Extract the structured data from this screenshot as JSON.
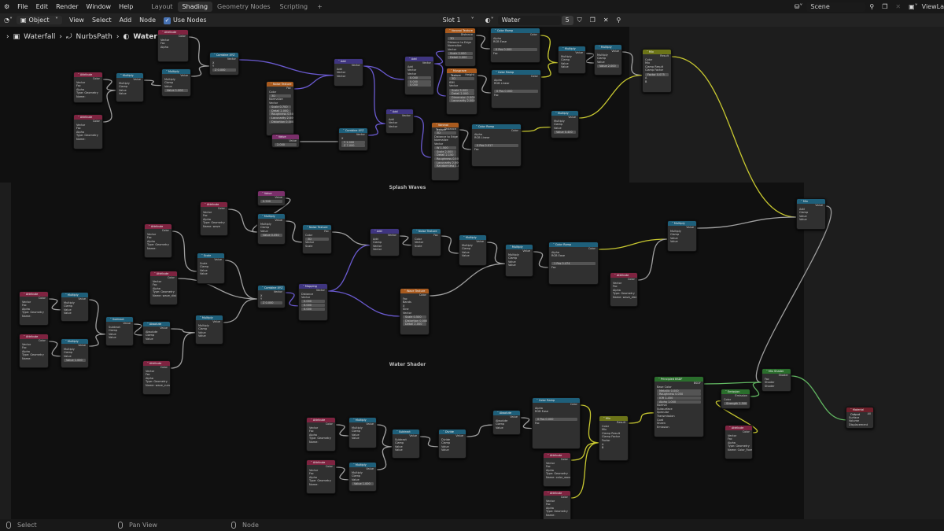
{
  "topbar": {
    "menus": [
      "File",
      "Edit",
      "Render",
      "Window",
      "Help"
    ],
    "tabs": [
      "Layout",
      "Shading",
      "Geometry Nodes",
      "Scripting"
    ],
    "active_tab": "Shading",
    "add_tab": "+",
    "scene": "Scene",
    "view_layer": "ViewLa"
  },
  "header": {
    "mode": "Object",
    "menus": [
      "View",
      "Select",
      "Add",
      "Node"
    ],
    "use_nodes": "Use Nodes",
    "slot": "Slot 1",
    "material": "Water",
    "users": "5"
  },
  "breadcrumb": [
    "Waterfall",
    "NurbsPath",
    "Water"
  ],
  "frames": {
    "splash": "Splash Waves",
    "shader": "Water Shader"
  },
  "status": {
    "left": "Select",
    "middle": "Pan View",
    "right": "Node"
  },
  "colors": {
    "attr": "#7e2340",
    "math": "#1e5f7a",
    "vector": "#3f3580",
    "texture": "#a85a1e",
    "shader": "#2a6e2c",
    "input": "#7a2f6a",
    "mix": "#6c7418",
    "output": "#6e1f2a"
  },
  "nodes": [
    {
      "t": "Attribute",
      "c": "attr",
      "rows": [
        "Color",
        "Vector",
        "Fac",
        "Alpha"
      ]
    },
    {
      "t": "Attribute",
      "c": "attr",
      "rows": [
        "Color",
        "Vector",
        "Fac",
        "Alpha",
        "Type: Geometry",
        "Name: "
      ]
    },
    {
      "t": "Attribute",
      "c": "attr",
      "rows": [
        "Color",
        "Vector",
        "Fac",
        "Alpha",
        "Type: Geometry",
        "Name: "
      ]
    },
    {
      "t": "Multiply",
      "c": "math",
      "rows": [
        "Value",
        "Multiply",
        "Clamp",
        "Value",
        "Value"
      ]
    },
    {
      "t": "Multiply",
      "c": "math",
      "rows": [
        "Value",
        "Multiply",
        "Clamp",
        "Value",
        "Value 1.000"
      ]
    },
    {
      "t": "Combine XYZ",
      "c": "math",
      "rows": [
        "Vector",
        "X",
        "Y",
        "Z 0.000"
      ]
    },
    {
      "t": "Noise Texture",
      "c": "texture",
      "rows": [
        "Fac",
        "Color",
        "3D",
        "Normalize",
        "Vector",
        "Scale 0.700",
        "Detail 2.000",
        "Roughness 0.500",
        "Lacunarity 2.000",
        "Distortion 0.000"
      ]
    },
    {
      "t": "Value",
      "c": "input",
      "rows": [
        "Value",
        "2.000"
      ]
    },
    {
      "t": "Add",
      "c": "vector",
      "rows": [
        "Vector",
        "Add",
        "Vector",
        "Vector"
      ]
    },
    {
      "t": "Combine XYZ",
      "c": "math",
      "rows": [
        "Vector",
        "X",
        "Y 1.000",
        "Z 7.000"
      ]
    },
    {
      "t": "Add",
      "c": "vector",
      "rows": [
        "Vector",
        "Add",
        "Vector",
        "Vector"
      ]
    },
    {
      "t": "Add",
      "c": "vector",
      "rows": [
        "Vector",
        "Add",
        "Vector",
        "Vector",
        "0.000",
        "0.000",
        "0.000"
      ]
    },
    {
      "t": "Voronoi Texture",
      "c": "texture",
      "rows": [
        "Distance",
        "3D",
        "Distance to Edge",
        "Normalize",
        "Vector",
        "Scale 2.000",
        "Detail 0.000"
      ]
    },
    {
      "t": "Musgrave Texture",
      "c": "texture",
      "rows": [
        "Height",
        "3D",
        "fBM",
        "Vector",
        "Scale 5.000",
        "Detail 2.000",
        "Dimension 2.000",
        "Lacunarity 2.000"
      ]
    },
    {
      "t": "Color Ramp",
      "c": "math",
      "rows": [
        "Color",
        "Alpha",
        "RGB  Ease",
        "",
        "0   Pos 0.000",
        "Fac"
      ]
    },
    {
      "t": "Color Ramp",
      "c": "math",
      "rows": [
        "Color",
        "Alpha",
        "RGB  Linear",
        "",
        "0   Pos 0.000",
        "Fac"
      ]
    },
    {
      "t": "Voronoi Texture",
      "c": "texture",
      "rows": [
        "Distance",
        "3D",
        "Distance to Edge",
        "Normalize",
        "Vector",
        "W 1.500",
        "Scale 2.000",
        "Detail 2.150",
        "Roughness 0.500",
        "Lacunarity 2.000",
        "Randomness 1.000"
      ]
    },
    {
      "t": "Color Ramp",
      "c": "math",
      "rows": [
        "Color",
        "Alpha",
        "RGB  Linear",
        "",
        "0   Pos 0.017",
        "Fac"
      ]
    },
    {
      "t": "Multiply",
      "c": "math",
      "rows": [
        "Value",
        "Multiply",
        "Clamp",
        "Value",
        "Value"
      ]
    },
    {
      "t": "Multiply",
      "c": "math",
      "rows": [
        "Value",
        "Multiply",
        "Clamp",
        "Value",
        "Value 2.000"
      ]
    },
    {
      "t": "Mix",
      "c": "mix",
      "rows": [
        "Result",
        "Color",
        "Mix",
        "Clamp Result",
        "Clamp Factor",
        "Factor 0.075",
        "A",
        "B"
      ]
    },
    {
      "t": "Multiply",
      "c": "math",
      "rows": [
        "Value",
        "Multiply",
        "Clamp",
        "Value",
        "Value 0.400"
      ]
    },
    {
      "t": "Value",
      "c": "input",
      "rows": [
        "Value",
        "0.500"
      ]
    },
    {
      "t": "Attribute",
      "c": "attr",
      "rows": [
        "Color",
        "Vector",
        "Fac",
        "Alpha",
        "Type: Geometry",
        "Name: wave"
      ]
    },
    {
      "t": "Multiply",
      "c": "math",
      "rows": [
        "Value",
        "Multiply",
        "Clamp",
        "Value",
        "Value 0.050"
      ]
    },
    {
      "t": "Attribute",
      "c": "attr",
      "rows": [
        "Color",
        "Vector",
        "Fac",
        "Alpha",
        "Type: Geometry",
        "Name: "
      ]
    },
    {
      "t": "Noise Texture",
      "c": "math",
      "rows": [
        "Fac",
        "Color",
        "3D",
        "Vector",
        "Scale"
      ]
    },
    {
      "t": "Add",
      "c": "vector",
      "rows": [
        "Vector",
        "Add",
        "Clamp",
        "Vector",
        "Vector"
      ]
    },
    {
      "t": "Noise Texture",
      "c": "math",
      "rows": [
        "Fac",
        "Color",
        "Vector",
        "Scale"
      ]
    },
    {
      "t": "Multiply",
      "c": "math",
      "rows": [
        "Value",
        "Multiply",
        "Clamp",
        "Value",
        "Value"
      ]
    },
    {
      "t": "Multiply",
      "c": "math",
      "rows": [
        "Value",
        "Multiply",
        "Clamp",
        "Value",
        "Value"
      ]
    },
    {
      "t": "Color Ramp",
      "c": "math",
      "rows": [
        "Color",
        "Alpha",
        "RGB  Ease",
        "",
        "1   Pos 0.474",
        "Fac"
      ]
    },
    {
      "t": "Multiply",
      "c": "math",
      "rows": [
        "Value",
        "Multiply",
        "Clamp",
        "Value",
        "Value"
      ]
    },
    {
      "t": "Mix",
      "c": "math",
      "rows": [
        "Value",
        "Add",
        "Clamp",
        "Value",
        "Value"
      ]
    },
    {
      "t": "Attribute",
      "c": "attr",
      "rows": [
        "Color",
        "Vector",
        "Fac",
        "Alpha",
        "Type: Geometry",
        "Name: wave_dist"
      ]
    },
    {
      "t": "Scale",
      "c": "math",
      "rows": [
        "Value",
        "Scale",
        "Clamp",
        "Value",
        "Value"
      ]
    },
    {
      "t": "Combine XYZ",
      "c": "math",
      "rows": [
        "Vector",
        "X",
        "Y",
        "Z 0.000"
      ]
    },
    {
      "t": "Mapping",
      "c": "vector",
      "rows": [
        "Vector",
        "Distance",
        "Vector",
        "0.000",
        "0.000",
        "0.000"
      ]
    },
    {
      "t": "Wave Texture",
      "c": "texture",
      "rows": [
        "Color",
        "Fac",
        "Bands",
        "X",
        "Sine",
        "Vector",
        "Scale 0.500",
        "Distortion 0.000",
        "Detail 2.000"
      ]
    },
    {
      "t": "Attribute",
      "c": "attr",
      "rows": [
        "Color",
        "Vector",
        "Fac",
        "Alpha",
        "Type: Geometry",
        "Name: wave_dist"
      ]
    },
    {
      "t": "Attribute",
      "c": "attr",
      "rows": [
        "Color",
        "Vector",
        "Fac",
        "Alpha",
        "Type: Geometry",
        "Name: "
      ]
    },
    {
      "t": "Attribute",
      "c": "attr",
      "rows": [
        "Color",
        "Vector",
        "Fac",
        "Alpha",
        "Type: Geometry",
        "Name: "
      ]
    },
    {
      "t": "Multiply",
      "c": "math",
      "rows": [
        "Value",
        "Multiply",
        "Clamp",
        "Value",
        "Value"
      ]
    },
    {
      "t": "Multiply",
      "c": "math",
      "rows": [
        "Value",
        "Multiply",
        "Clamp",
        "Value",
        "Value 1.000"
      ]
    },
    {
      "t": "Subtract",
      "c": "math",
      "rows": [
        "Value",
        "Subtract",
        "Clamp",
        "Value",
        "Value"
      ]
    },
    {
      "t": "Absolute",
      "c": "math",
      "rows": [
        "Value",
        "Absolute",
        "Clamp",
        "Value"
      ]
    },
    {
      "t": "Multiply",
      "c": "math",
      "rows": [
        "Value",
        "Multiply",
        "Clamp",
        "Value",
        "Value"
      ]
    },
    {
      "t": "Attribute",
      "c": "attr",
      "rows": [
        "Color",
        "Vector",
        "Fac",
        "Alpha",
        "Type: Geometry",
        "Name: wave_curv"
      ]
    },
    {
      "t": "Principled BSDF",
      "c": "shader",
      "rows": [
        "BSDF",
        "Base Color",
        "Metallic 0.000",
        "Roughness 0.050",
        "IOR 1.450",
        "Alpha 1.000",
        "Normal",
        "Subsurface",
        "Specular",
        "Transmission",
        "Coat",
        "Sheen",
        "Emission"
      ]
    },
    {
      "t": "Mix Shader",
      "c": "shader",
      "rows": [
        "Shader",
        "Fac",
        "Shader",
        "Shader"
      ]
    },
    {
      "t": "Emission",
      "c": "shader",
      "rows": [
        "Emission",
        "Color",
        "Strength 1.500"
      ]
    },
    {
      "t": "Attribute",
      "c": "attr",
      "rows": [
        "Color",
        "Vector",
        "Fac",
        "Alpha",
        "Type: Geometry",
        "Name: Color_Foam"
      ]
    },
    {
      "t": "Material Output",
      "c": "output",
      "rows": [
        "All",
        "Surface",
        "Volume",
        "Displacement"
      ]
    },
    {
      "t": "Attribute",
      "c": "attr",
      "rows": [
        "Color",
        "Vector",
        "Fac",
        "Alpha",
        "Type: Geometry",
        "Name: "
      ]
    },
    {
      "t": "Attribute",
      "c": "attr",
      "rows": [
        "Color",
        "Vector",
        "Fac",
        "Alpha",
        "Type: Geometry",
        "Name: "
      ]
    },
    {
      "t": "Multiply",
      "c": "math",
      "rows": [
        "Value",
        "Multiply",
        "Clamp",
        "Value",
        "Value"
      ]
    },
    {
      "t": "Multiply",
      "c": "math",
      "rows": [
        "Value",
        "Multiply",
        "Clamp",
        "Value",
        "Value 1.000"
      ]
    },
    {
      "t": "Subtract",
      "c": "math",
      "rows": [
        "Value",
        "Subtract",
        "Clamp",
        "Value",
        "Value"
      ]
    },
    {
      "t": "Divide",
      "c": "math",
      "rows": [
        "Value",
        "Divide",
        "Clamp",
        "Value",
        "Value"
      ]
    },
    {
      "t": "Absolute",
      "c": "math",
      "rows": [
        "Value",
        "Absolute",
        "Clamp",
        "Value"
      ]
    },
    {
      "t": "Color Ramp",
      "c": "math",
      "rows": [
        "Color",
        "Alpha",
        "RGB  Ease",
        "",
        "0   Pos 0.000",
        "Fac"
      ]
    },
    {
      "t": "Mix",
      "c": "mix",
      "rows": [
        "Result",
        "Color",
        "Mix",
        "Clamp Result",
        "Clamp Factor",
        "Factor",
        "A",
        "B"
      ]
    },
    {
      "t": "Attribute",
      "c": "attr",
      "rows": [
        "Color",
        "Vector",
        "Fac",
        "Alpha",
        "Type: Geometry",
        "Name: color_wave"
      ]
    },
    {
      "t": "Attribute",
      "c": "attr",
      "rows": [
        "Color",
        "Vector",
        "Fac",
        "Alpha",
        "Type: Geometry",
        "Name: "
      ]
    }
  ]
}
